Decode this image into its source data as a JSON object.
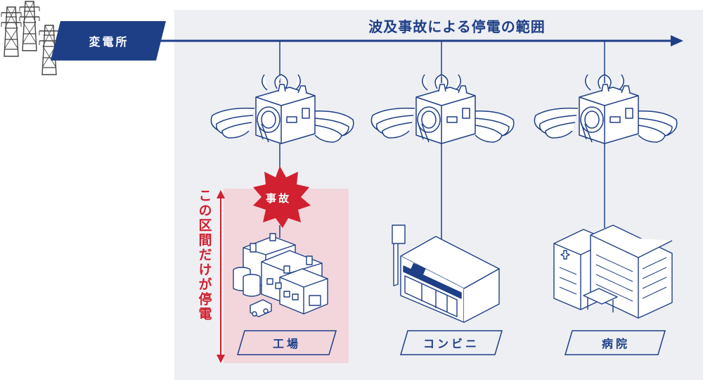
{
  "substation": {
    "label": "変電所"
  },
  "outage_range": {
    "title": "波及事故による停電の範囲"
  },
  "affected_section": {
    "label": "この区間だけが停電"
  },
  "accident": {
    "label": "事故"
  },
  "buildings": [
    {
      "label": "工場"
    },
    {
      "label": "コンビニ"
    },
    {
      "label": "病院"
    }
  ],
  "colors": {
    "navy": "#1e3f86",
    "red": "#d1202f",
    "pink_zone": "#f2d6dc",
    "panel": "#eeeff3"
  }
}
